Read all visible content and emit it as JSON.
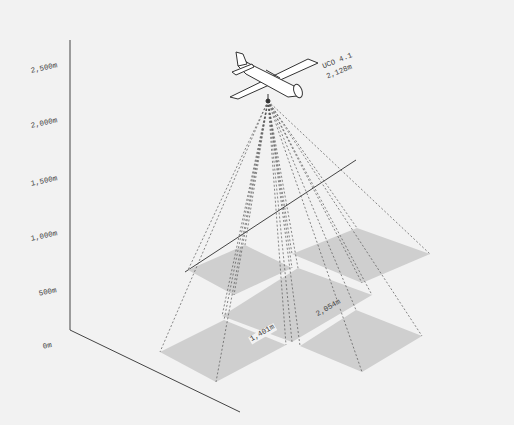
{
  "diagram": {
    "labels": [
      "UCO 4.1",
      "2,128m",
      "2,500m",
      "2,000m",
      "1,500m",
      "1,000m",
      "500m",
      "0m",
      "1,401m",
      "2,054m"
    ]
  }
}
